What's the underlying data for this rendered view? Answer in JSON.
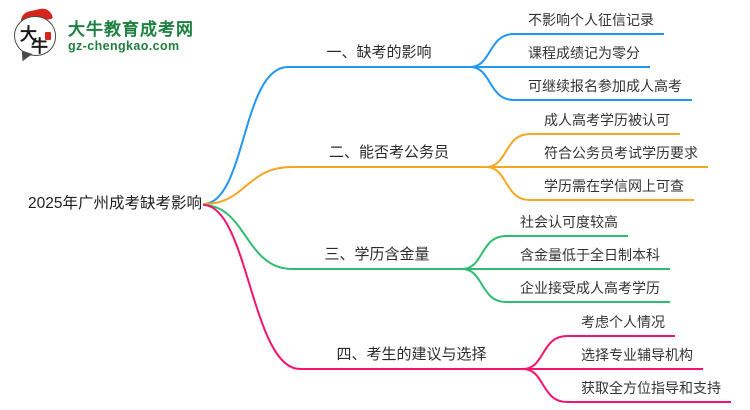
{
  "logo": {
    "icon_char_top": "大",
    "icon_char_bottom": "牛",
    "title": "大牛教育成考网",
    "domain": "gz-chengkao.com",
    "brand_green": "#1e8040",
    "brand_red": "#d6251d"
  },
  "root": {
    "label": "2025年广州成考缺考影响"
  },
  "branches": [
    {
      "label": "一、缺考的影响",
      "color": "#2196F3",
      "children": [
        "不影响个人征信记录",
        "课程成绩记为零分",
        "可继续报名参加成人高考"
      ]
    },
    {
      "label": "二、能否考公务员",
      "color": "#F6A623",
      "children": [
        "成人高考学历被认可",
        "符合公务员考试学历要求",
        "学历需在学信网上可查"
      ]
    },
    {
      "label": "三、学历含金量",
      "color": "#2EBD6E",
      "children": [
        "社会认可度较高",
        "含金量低于全日制本科",
        "企业接受成人高考学历"
      ]
    },
    {
      "label": "四、考生的建议与选择",
      "color": "#F2146E",
      "children": [
        "考虑个人情况",
        "选择专业辅导机构",
        "获取全方位指导和支持"
      ]
    }
  ]
}
